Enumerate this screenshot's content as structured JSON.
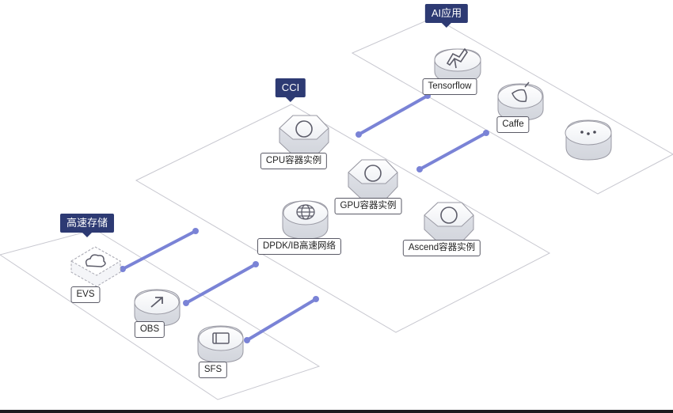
{
  "groups": {
    "ai": {
      "title": "AI应用"
    },
    "cci": {
      "title": "CCI"
    },
    "storage": {
      "title": "高速存储"
    }
  },
  "nodes": {
    "tensorflow": {
      "label": "Tensorflow",
      "icon": "tensorflow-icon"
    },
    "caffe": {
      "label": "Caffe",
      "icon": "caffe-icon"
    },
    "generic_ai": {
      "icon": "dots-icon"
    },
    "cpu": {
      "label": "CPU容器实例",
      "icon": "ring-icon"
    },
    "gpu": {
      "label": "GPU容器实例",
      "icon": "ring-icon"
    },
    "ascend": {
      "label": "Ascend容器实例",
      "icon": "ring-icon"
    },
    "dpdk": {
      "label": "DPDK/IB高速网络",
      "icon": "globe-icon"
    },
    "evs": {
      "label": "EVS",
      "icon": "cloud-icon"
    },
    "obs": {
      "label": "OBS",
      "icon": "arrow-icon"
    },
    "sfs": {
      "label": "SFS",
      "icon": "folder-icon"
    }
  },
  "colors": {
    "plane_stroke": "#c8c8d0",
    "connector": "#7a83d6",
    "tag_bg": "#2d3a73",
    "node_stroke": "#9a9aa4"
  }
}
